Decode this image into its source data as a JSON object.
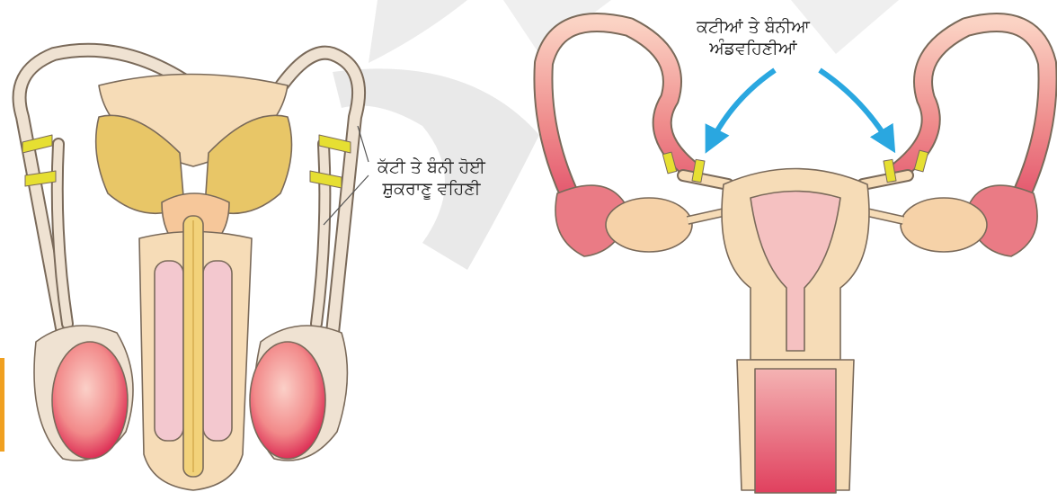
{
  "male_label": {
    "line1": "ਕੱਟੀ ਤੇ ਬੰਨੀ ਹੋਈ",
    "line2": "ਸ਼ੁਕਰਾਣੂ ਵਹਿਣੀ"
  },
  "female_label": {
    "line1": "ਕਟੀਆਂ ਤੇ ਬੰਨੀਆ",
    "line2": "ਅੰਡਵਹਿਣੀਆਂ"
  },
  "colors": {
    "skin": "#f6dcb7",
    "skin_outline": "#7a6a5a",
    "gland": "#e8c667",
    "testis": "#f28a8a",
    "testis_dark": "#d81b4a",
    "erectile": "#f3c8cf",
    "tube": "#ef8c8c",
    "arrow": "#2aa7e0",
    "ligature": "#e6df32",
    "watermark": "#e8e8e8",
    "edge_mark": "#f0a020"
  }
}
